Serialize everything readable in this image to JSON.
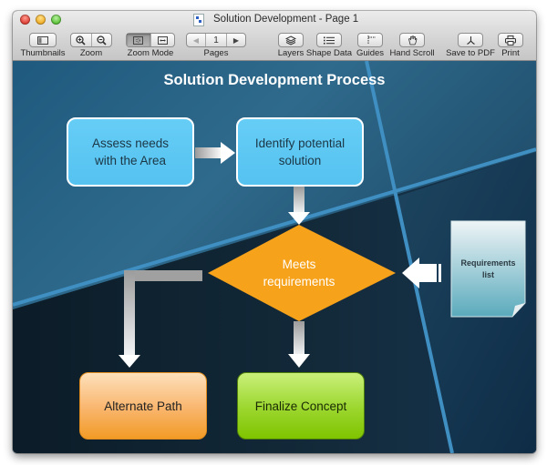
{
  "window": {
    "title": "Solution Development - Page 1"
  },
  "toolbar": {
    "thumbnails": "Thumbnails",
    "zoom": "Zoom",
    "zoom_mode": "Zoom Mode",
    "pages": "Pages",
    "page_number": "1",
    "layers": "Layers",
    "shape_data": "Shape Data",
    "guides": "Guides",
    "hand_scroll": "Hand Scroll",
    "save_to_pdf": "Save to PDF",
    "print": "Print"
  },
  "diagram": {
    "title": "Solution Development Process",
    "nodes": {
      "assess": "Assess needs with the Area",
      "assess_l1": "Assess needs",
      "assess_l2": "with the Area",
      "identify_l1": "Identify potential",
      "identify_l2": "solution",
      "decision_l1": "Meets",
      "decision_l2": "requirements",
      "requirements_l1": "Requirements",
      "requirements_l2": "list",
      "alternate": "Alternate Path",
      "finalize": "Finalize Concept"
    },
    "colors": {
      "process_box": "#5bc6f2",
      "decision": "#f7a21b",
      "alternate": "#f6a84a",
      "finalize": "#8fcf15",
      "background": "#1f5a7e",
      "accent_line": "#3f8fc2"
    }
  }
}
